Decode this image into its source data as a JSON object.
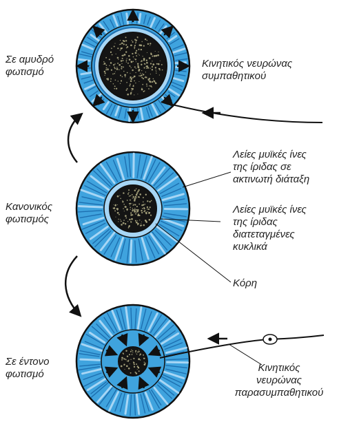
{
  "colors": {
    "iris": "#3fa3de",
    "iris_dark": "#1d6fb0",
    "iris_light": "#a7d6f5",
    "pupil": "#141414",
    "pupil_speckle": "#b9b48a",
    "outline": "#111111",
    "arrow": "#111111"
  },
  "labels": {
    "dim_light": [
      "Σε αμυδρό",
      "φωτισμό"
    ],
    "normal_light": [
      "Κανονικός",
      "φωτισμός"
    ],
    "bright_light": [
      "Σε έντονο",
      "φωτισμό"
    ],
    "sympathetic_motor": [
      "Κινητικός νευρώνας",
      "συμπαθητικού"
    ],
    "radial_muscle": [
      "Λείες μυϊκές ίνες",
      "της ίριδας σε",
      "ακτινωτή διάταξη"
    ],
    "circular_muscle": [
      "Λείες μυϊκές ίνες",
      "της ίριδας",
      "διατεταγμένες",
      "κυκλικά"
    ],
    "pupil": [
      "Κόρη"
    ],
    "parasympathetic_motor": [
      "Κινητικός",
      "νευρώνας",
      "παρασυμπαθητικού"
    ]
  },
  "icons": {
    "eye_dim": "dilated-pupil-eye-icon",
    "eye_normal": "normal-pupil-eye-icon",
    "eye_bright": "constricted-pupil-eye-icon",
    "transition_arrows": "curved-arrow-icon",
    "nerve_arrows": "arrow-left-icon",
    "ganglion": "ganglion-icon"
  }
}
